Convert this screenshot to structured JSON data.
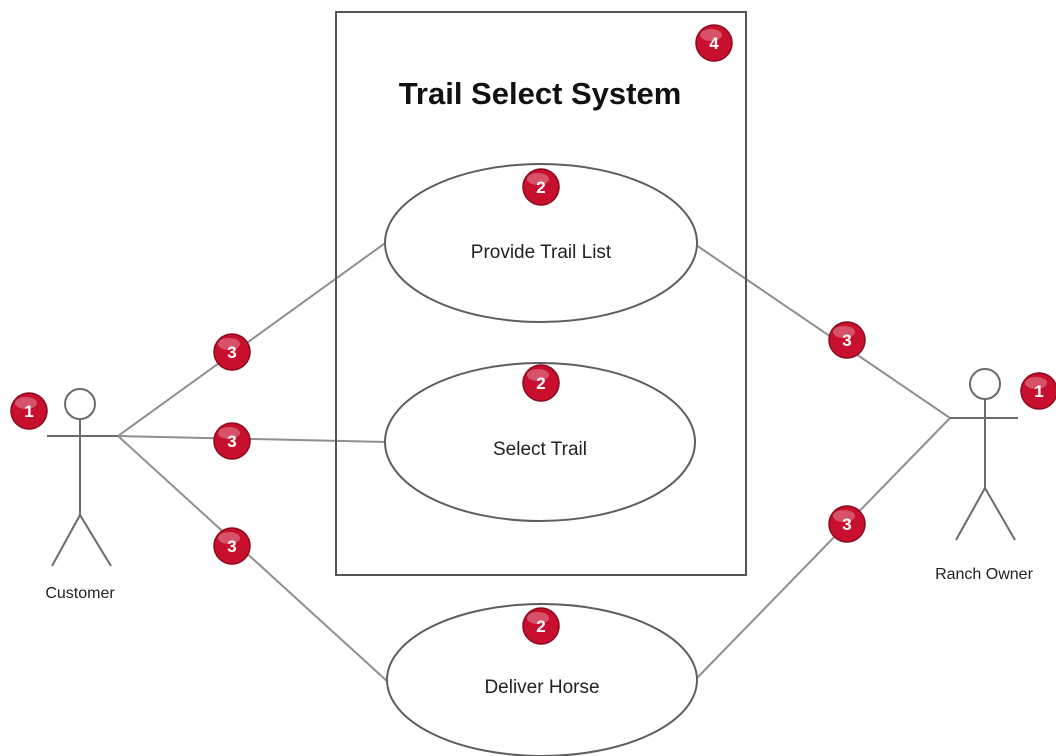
{
  "diagram": {
    "system": {
      "title": "Trail Select System",
      "badge": "4"
    },
    "use_cases": {
      "provide_trail_list": {
        "label": "Provide Trail List",
        "badge": "2"
      },
      "select_trail": {
        "label": "Select Trail",
        "badge": "2"
      },
      "deliver_horse": {
        "label": "Deliver Horse",
        "badge": "2"
      }
    },
    "actors": {
      "customer": {
        "label": "Customer",
        "badge": "1"
      },
      "ranch_owner": {
        "label": "Ranch Owner",
        "badge": "1"
      }
    },
    "associations": {
      "customer_provide_trail_list": {
        "badge": "3"
      },
      "customer_select_trail": {
        "badge": "3"
      },
      "customer_deliver_horse": {
        "badge": "3"
      },
      "ranch_owner_provide_trail_list": {
        "badge": "3"
      },
      "ranch_owner_deliver_horse": {
        "badge": "3"
      }
    },
    "colors": {
      "badge": "#c8102e",
      "badge_text": "#ffffff",
      "line": "#8f8f8f",
      "outline": "#555555"
    }
  }
}
